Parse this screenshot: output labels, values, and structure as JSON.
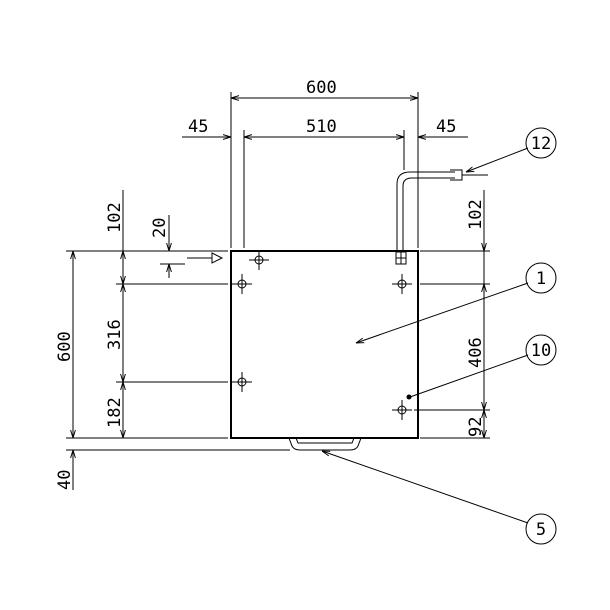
{
  "dimensions": {
    "top_overall": "600",
    "top_left": "45",
    "top_middle": "510",
    "top_right": "45",
    "left_102": "102",
    "left_20": "20",
    "left_overall": "600",
    "left_316": "316",
    "left_182": "182",
    "left_40": "40",
    "right_102": "102",
    "right_406": "406",
    "right_92": "92"
  },
  "callouts": {
    "c12": "12",
    "c1": "1",
    "c10": "10",
    "c5": "5"
  },
  "colors": {
    "line": "#000000",
    "background": "#ffffff"
  }
}
